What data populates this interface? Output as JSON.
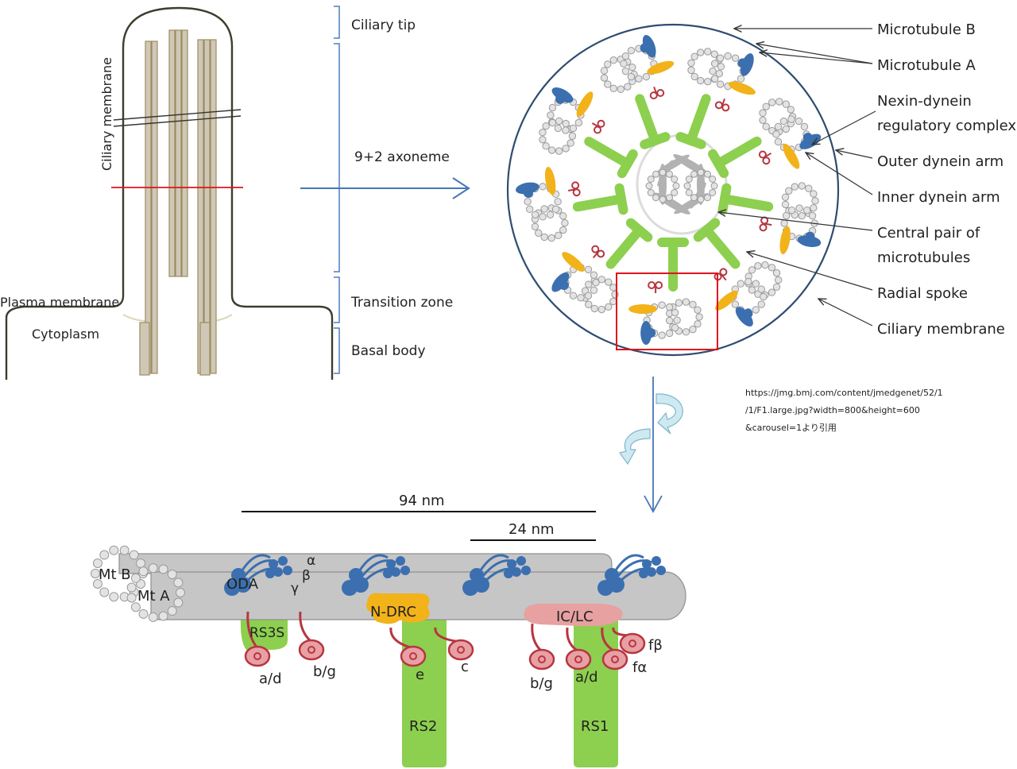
{
  "cilium": {
    "membrane_label": "Ciliary membrane",
    "plasma_membrane": "Plasma membrane",
    "cytoplasm": "Cytoplasm",
    "regions": {
      "tip": "Ciliary tip",
      "axoneme": "9+2 axoneme",
      "transition": "Transition zone",
      "basal": "Basal body"
    }
  },
  "cross_section": {
    "labels": [
      "Microtubule B",
      "Microtubule A",
      "Nexin-dynein",
      "regulatory complex",
      "Outer dynein arm",
      "Inner dynein arm",
      "Central pair of",
      "microtubules",
      "Radial spoke",
      "Ciliary membrane"
    ]
  },
  "citation": {
    "lines": [
      "https://jmg.bmj.com/content/jmedgenet/52/1",
      "/1/F1.large.jpg?width=800&height=600",
      "&carousel=1より引用"
    ]
  },
  "repeat_unit": {
    "scale_94": "94 nm",
    "scale_24": "24 nm",
    "mt_b": "Mt B",
    "mt_a": "Mt A",
    "oda": "ODA",
    "alpha": "α",
    "beta": "β",
    "gamma": "γ",
    "ndrc": "N-DRC",
    "iclc": "IC/LC",
    "rs3s": "RS3S",
    "rs2": "RS2",
    "rs1": "RS1",
    "ida": [
      "a/d",
      "b/g",
      "e",
      "c",
      "b/g",
      "a/d",
      "fα",
      "fβ"
    ]
  },
  "colors": {
    "membrane": "#3d3d2e",
    "doublet_fill": "#cfc8b7",
    "doublet_stroke": "#b5ab92",
    "section_border": "#2e4d70",
    "outer_arm": "#3b6faf",
    "inner_arm": "#b73640",
    "nexin": "#f2b21a",
    "spoke": "#8dcf4f",
    "central": "#b2b2b2",
    "rod": "#c6c6c6",
    "pink": "#e7a1a1",
    "highlight": "#e0141c",
    "arrow": "#4677b7",
    "rotation": "#9fd3e3"
  }
}
